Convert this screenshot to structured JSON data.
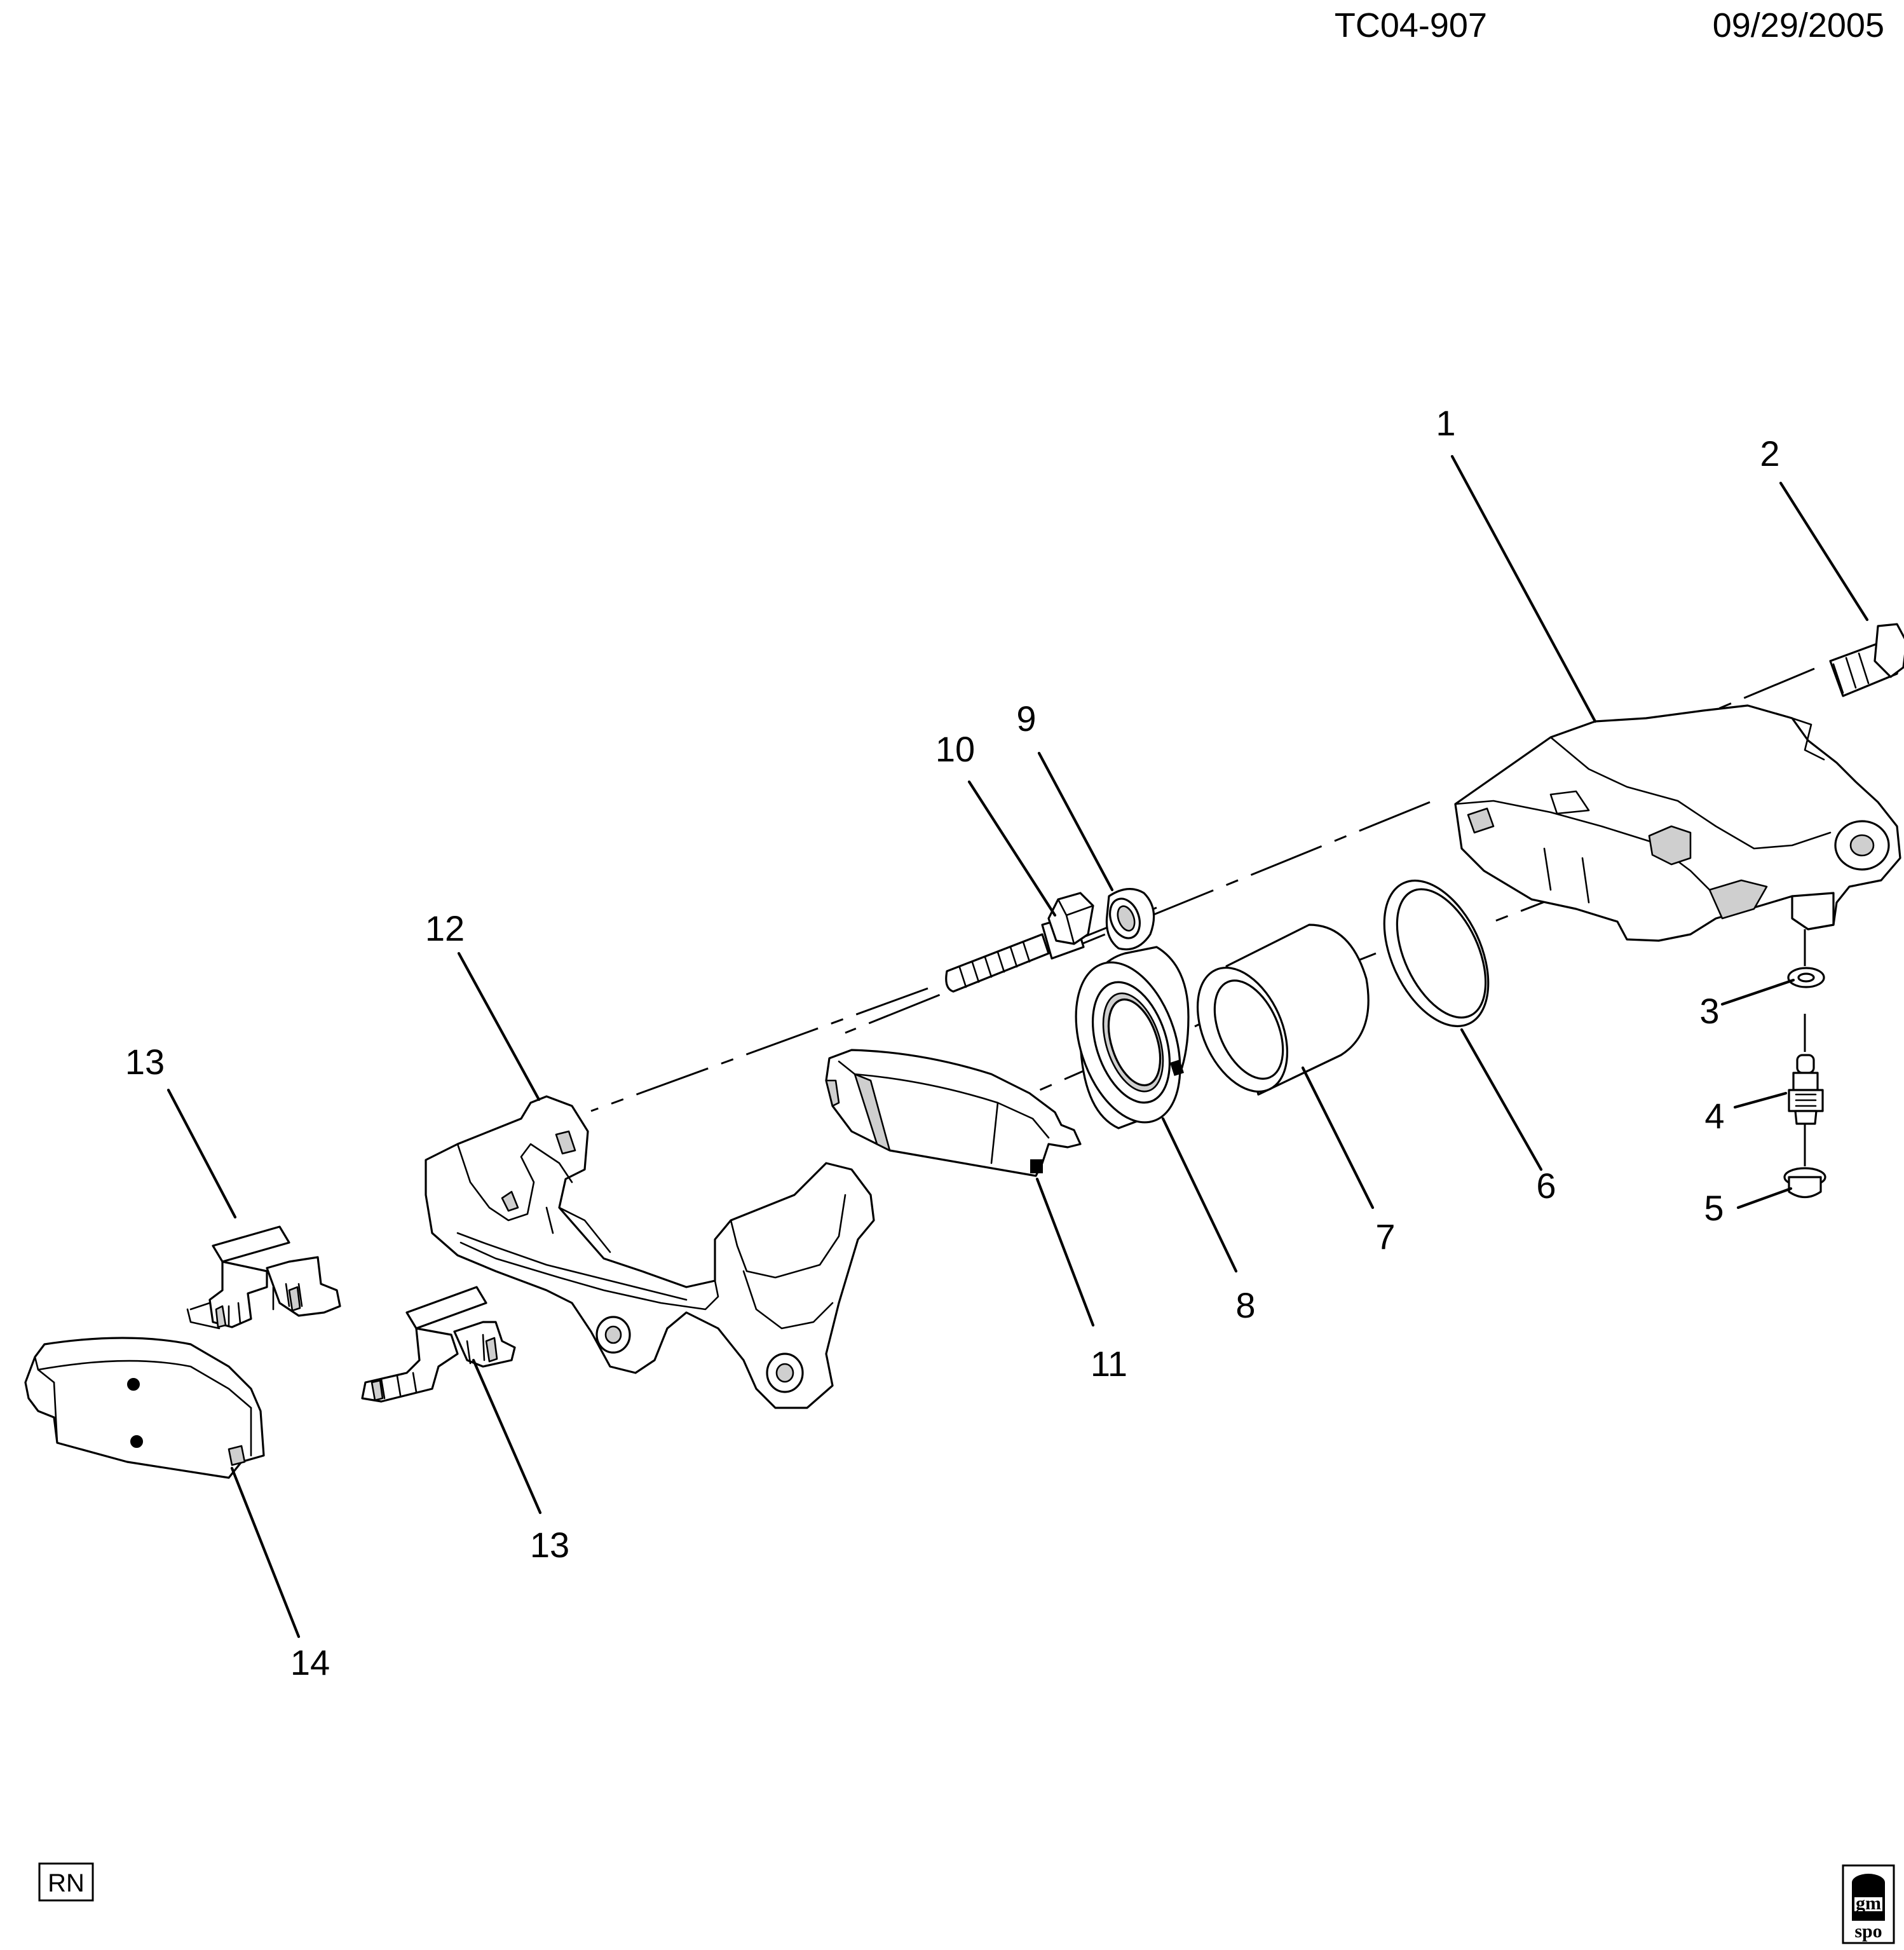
{
  "header": {
    "figure_id": "TC04-907",
    "date": "09/29/2005"
  },
  "footer": {
    "badge": "RN",
    "logo_top": "gm",
    "logo_bottom": "spo"
  },
  "callouts": [
    {
      "id": "c1",
      "label": "1"
    },
    {
      "id": "c2",
      "label": "2"
    },
    {
      "id": "c3",
      "label": "3"
    },
    {
      "id": "c4",
      "label": "4"
    },
    {
      "id": "c5",
      "label": "5"
    },
    {
      "id": "c6",
      "label": "6"
    },
    {
      "id": "c7",
      "label": "7"
    },
    {
      "id": "c8",
      "label": "8"
    },
    {
      "id": "c9",
      "label": "9"
    },
    {
      "id": "c10",
      "label": "10"
    },
    {
      "id": "c11",
      "label": "11"
    },
    {
      "id": "c12",
      "label": "12"
    },
    {
      "id": "c13a",
      "label": "13"
    },
    {
      "id": "c13b",
      "label": "13"
    },
    {
      "id": "c14",
      "label": "14"
    }
  ],
  "icons": {
    "logo": "gm-spo-logo-icon"
  }
}
